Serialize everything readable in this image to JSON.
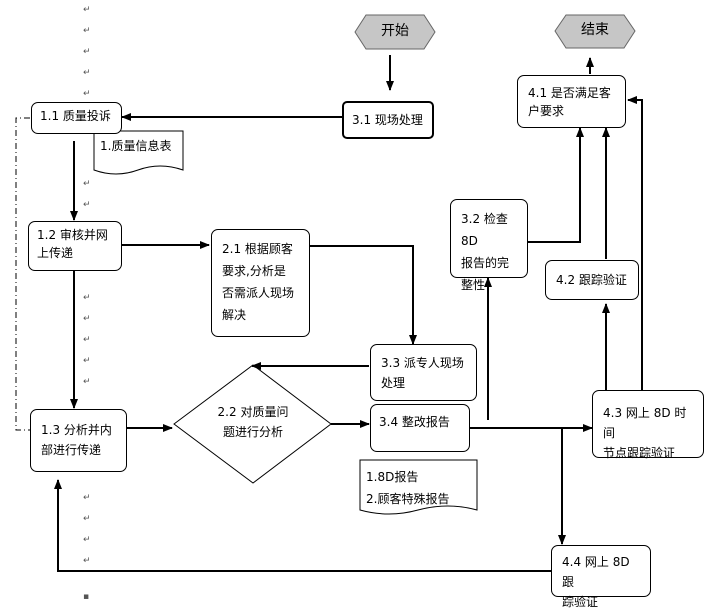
{
  "nodes": {
    "start": "开始",
    "end": "结束",
    "n1_1": "1.1 质量投诉",
    "doc1": "1.质量信息表",
    "n1_2": "1.2 审核并网\n上传递",
    "n2_1": "2.1 根据顾客\n要求,分析是\n否需派人现场\n解决",
    "n3_1": "3.1 现场处理",
    "n3_2": "3.2 检查 8D\n报告的完\n整性",
    "n4_1": "4.1 是否满足客\n户要求",
    "n4_2": "4.2 跟踪验证",
    "n3_3": "3.3 派专人现场\n处理",
    "n2_2": "2.2 对质量问\n题进行分析",
    "n1_3": "1.3 分析并内\n部进行传递",
    "n3_4": "3.4 整改报告",
    "doc2_line1": "1.8D报告",
    "doc2_line2": "2.顾客特殊报告",
    "n4_3": "4.3 网上 8D 时间\n节点跟踪验证",
    "n4_4": "4.4 网上 8D 跟\n踪验证"
  },
  "colors": {
    "terminal_fill": "#c6c6c6",
    "line": "#000000"
  }
}
